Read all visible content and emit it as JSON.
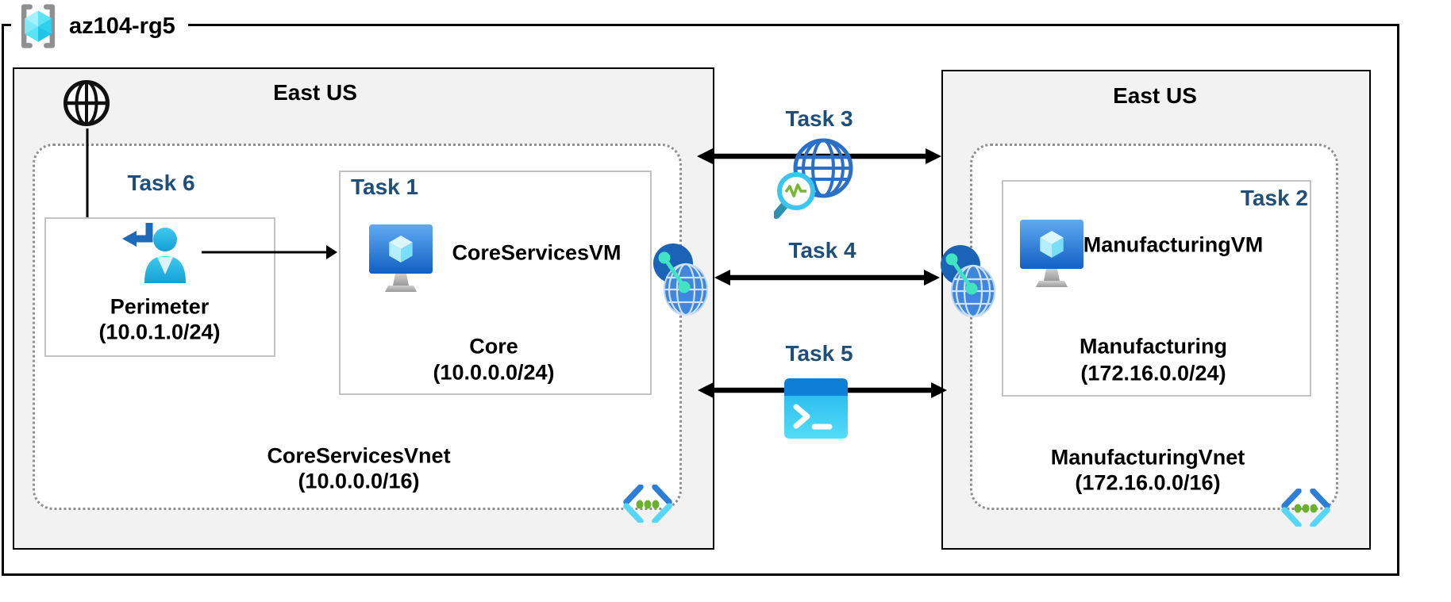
{
  "resource_group": {
    "name": "az104-rg5"
  },
  "left_region": {
    "name": "East US",
    "task6_label": "Task 6",
    "task1_label": "Task 1",
    "perimeter": {
      "name": "Perimeter",
      "cidr": "(10.0.1.0/24)"
    },
    "vm": {
      "name": "CoreServicesVM"
    },
    "subnet": {
      "name": "Core",
      "cidr": "(10.0.0.0/24)"
    },
    "vnet": {
      "name": "CoreServicesVnet",
      "cidr": "(10.0.0.0/16)"
    }
  },
  "right_region": {
    "name": "East US",
    "task2_label": "Task 2",
    "vm": {
      "name": "ManufacturingVM"
    },
    "subnet": {
      "name": "Manufacturing",
      "cidr": "(172.16.0.0/24)"
    },
    "vnet": {
      "name": "ManufacturingVnet",
      "cidr": "(172.16.0.0/16)"
    }
  },
  "connections": {
    "task3_label": "Task 3",
    "task4_label": "Task 4",
    "task5_label": "Task 5"
  },
  "icons": {
    "resource_group": "azure-resource-group-cube-in-brackets",
    "internet": "wireframe-globe",
    "sign_in": "user-with-return-arrow",
    "virtual_machine": "monitor-with-cube",
    "vnet_peering": "linked-globes-with-teal-dots",
    "network_watcher": "globe-with-magnifier-pulse",
    "cloud_shell": "terminal-prompt-window",
    "virtual_network": "angle-brackets-with-green-dots"
  },
  "colors": {
    "task_label": "#1F4E79",
    "region_fill": "#F2F2F2",
    "region_border": "#000000",
    "subnet_box_border": "#C3C3C3",
    "vnet_dotted_border": "#8F8F8F",
    "arrow": "#000000",
    "azure_blue": "#2C7FD4",
    "azure_cyan": "#55D7F5",
    "azure_green": "#6AB22C",
    "teal_link": "#41E3C1",
    "vm_screen_top": "#61AAF1",
    "vm_screen_bottom": "#1160C4",
    "shell_top_bar": "#0E7FD7",
    "shell_body": "#2EBFEE"
  }
}
